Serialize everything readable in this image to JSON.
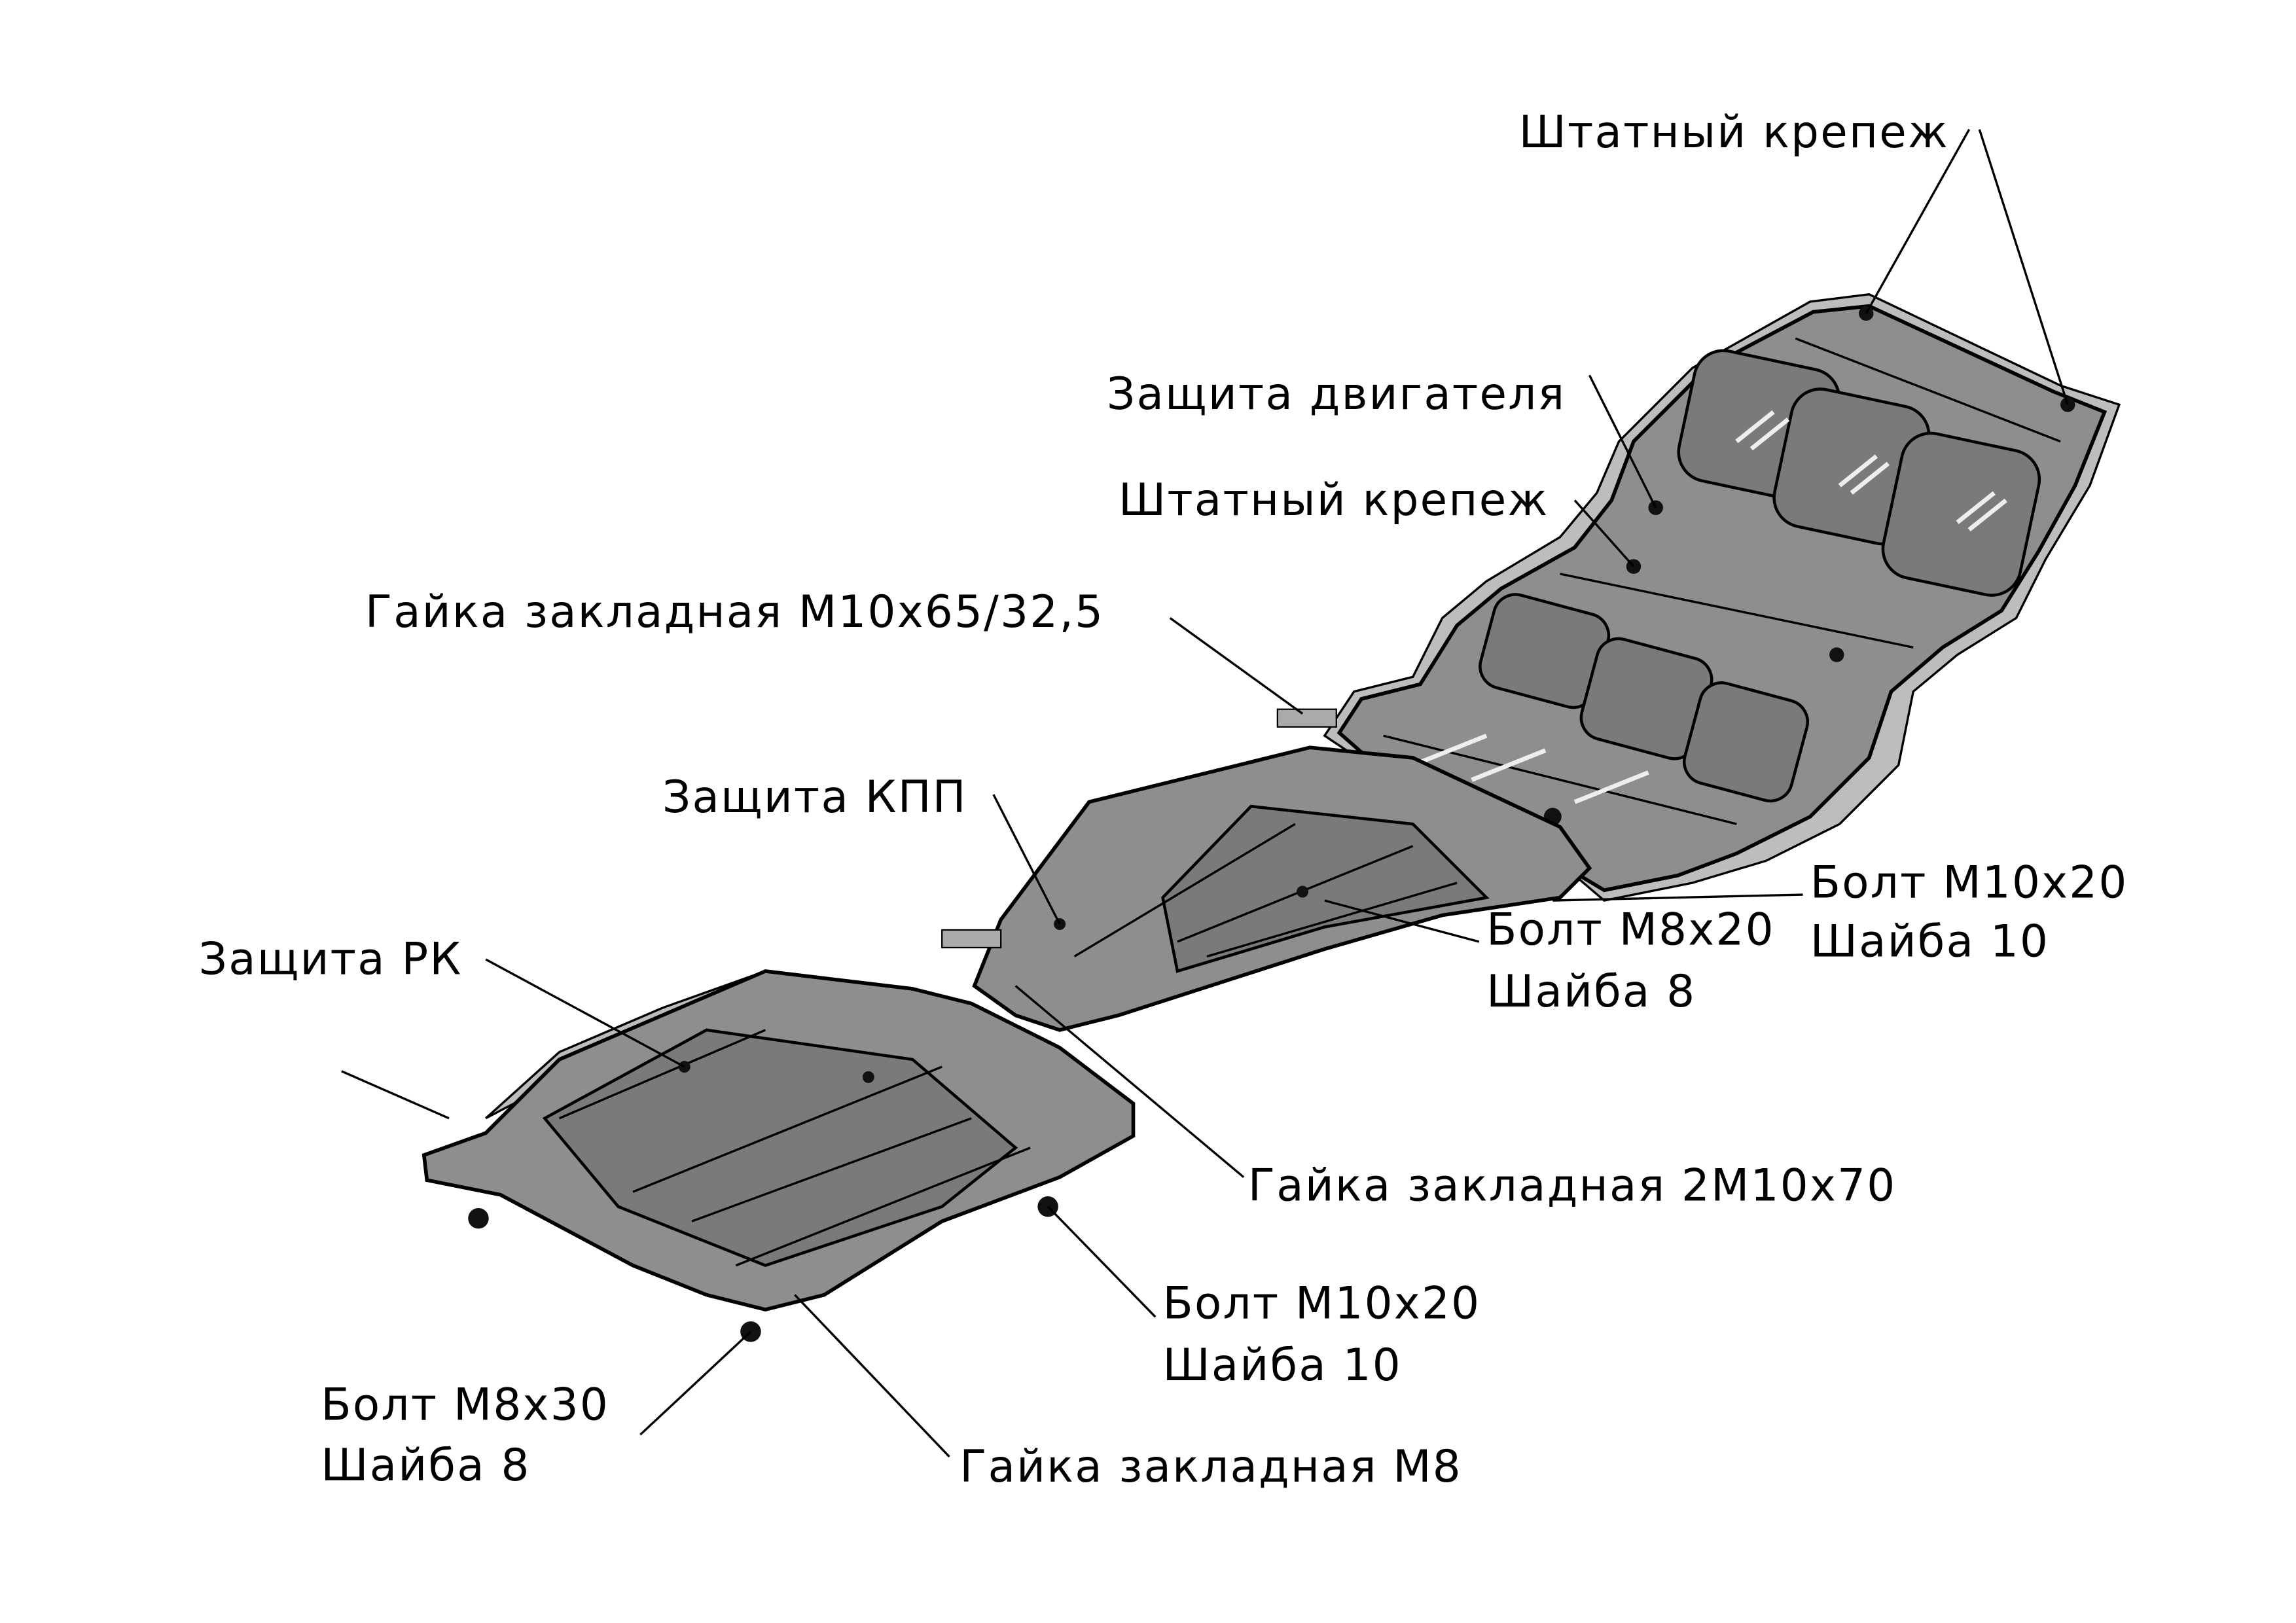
{
  "labels": {
    "standard_fasteners_top": "Штатный крепеж",
    "engine_guard": "Защита двигателя",
    "standard_fasteners_mid": "Штатный крепеж",
    "nut_m10x65": "Гайка закладная М10х65/32,5",
    "gearbox_guard": "Защита КПП",
    "transfer_case_guard": "Защита РК",
    "bolt_m10x20_right": {
      "line1": "Болт М10х20",
      "line2": "Шайба 10"
    },
    "bolt_m8x20": {
      "line1": "Болт М8х20",
      "line2": "Шайба 8"
    },
    "nut_2m10x70": "Гайка закладная 2М10х70",
    "bolt_m10x20_bottom": {
      "line1": "Болт М10х20",
      "line2": "Шайба 10"
    },
    "bolt_m8x30": {
      "line1": "Болт М8х30",
      "line2": "Шайба 8"
    },
    "nut_m8": "Гайка закладная М8"
  }
}
